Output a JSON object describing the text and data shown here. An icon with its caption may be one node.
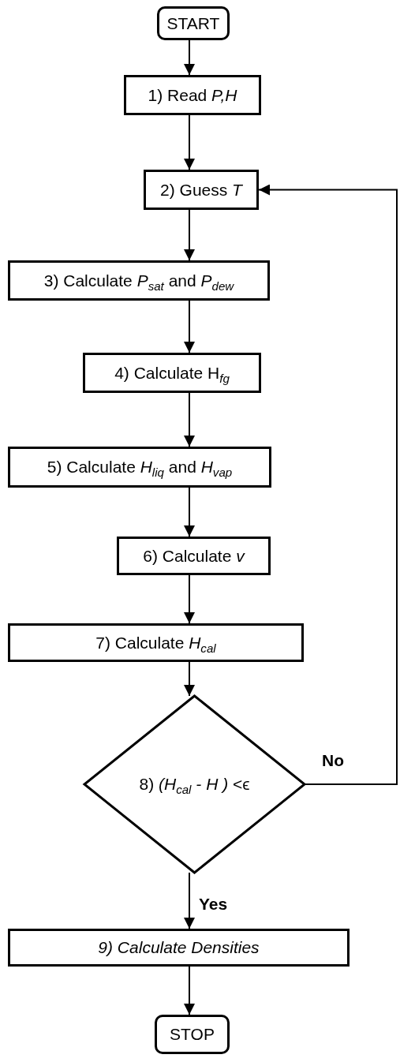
{
  "diagram": {
    "nodes": [
      {
        "text": [
          "START"
        ]
      },
      {
        "text": [
          "1) Read *P,H*"
        ]
      },
      {
        "text": [
          "2) Guess *T*"
        ]
      },
      {
        "text": [
          "3) Calculate *P*$_{sat}$ and *P*$_{dew}$"
        ]
      },
      {
        "text": [
          "4) Calculate H$_{fg}$"
        ]
      },
      {
        "text": [
          "5) Calculate *H*$_{liq}$ and *H*$_{vap}$"
        ]
      },
      {
        "text": [
          "6) Calculate *v*"
        ]
      },
      {
        "text": [
          "7) Calculate *H*$_{cal}$"
        ]
      },
      {
        "text": [
          "8) *(H*$_{cal}$ *- H )* <ϵ"
        ]
      },
      {
        "text": [
          "9) Calculate Densities"
        ]
      },
      {
        "text": [
          "STOP"
        ]
      }
    ],
    "edges": [
      {
        "from": 0,
        "to": 1,
        "arrow": "to"
      },
      {
        "from": 1,
        "to": 2,
        "arrow": "to"
      },
      {
        "from": 2,
        "to": 3,
        "arrow": "to"
      },
      {
        "from": 3,
        "to": 4,
        "arrow": "to"
      },
      {
        "from": 4,
        "to": 5,
        "arrow": "to"
      },
      {
        "from": 5,
        "to": 6,
        "arrow": "to"
      },
      {
        "from": 6,
        "to": 7,
        "arrow": "to"
      },
      {
        "from": 7,
        "to": 8,
        "arrow": "to"
      },
      {
        "from": 8,
        "to": 2,
        "arrow": "to",
        "label": "No"
      },
      {
        "from": 8,
        "to": 9,
        "arrow": "to",
        "label": "Yes"
      },
      {
        "from": 9,
        "to": 10,
        "arrow": "to"
      }
    ]
  }
}
